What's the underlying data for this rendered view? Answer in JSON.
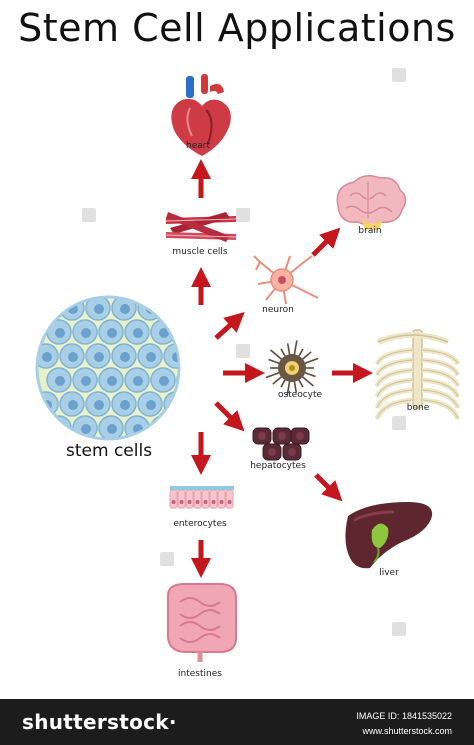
{
  "title": "Stem Cell Applications",
  "nodes": {
    "heart": "heart",
    "muscle_cells": "muscle cells",
    "brain": "brain",
    "neuron": "neuron",
    "stem_cells": "stem cells",
    "osteocyte": "osteocyte",
    "bone": "bone",
    "hepatocytes": "hepatocytes",
    "liver": "liver",
    "enterocytes": "enterocytes",
    "intestines": "intestines"
  },
  "colors": {
    "arrow": "#c4161c",
    "stem_cell_fill": "#a9cfe6",
    "muscle": "#c8354a",
    "brain": "#f2b8c0",
    "neuron": "#f6b2a2",
    "osteocyte": "#5d4a3a",
    "bone": "#efe6c8",
    "hepatocyte": "#5a2b36",
    "liver": "#5e2730",
    "enterocyte": "#e8a0ac",
    "intestine": "#f0a6b4"
  },
  "footer": {
    "brand": "shutterstock·",
    "image_id_label": "IMAGE ID:",
    "image_id": "1841535022",
    "site": "www.shutterstock.com"
  }
}
